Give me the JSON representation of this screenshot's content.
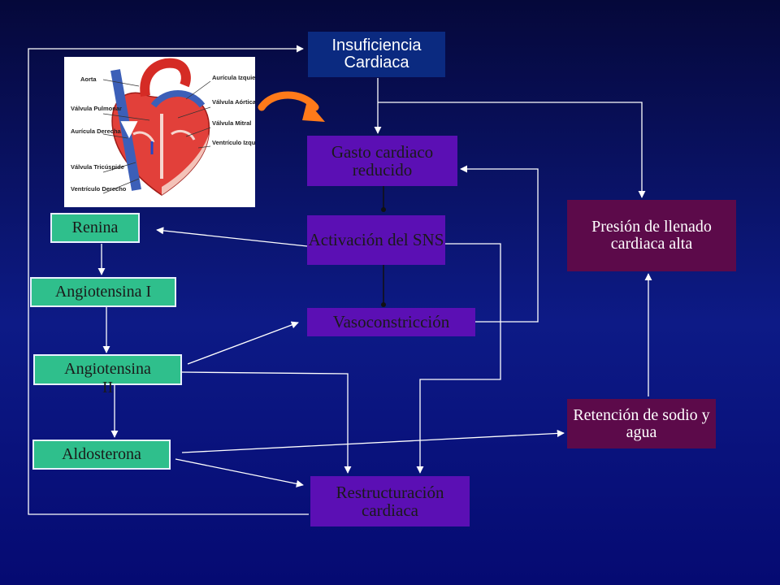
{
  "nodes": {
    "insuficiencia": "Insuficiencia Cardiaca",
    "gasto": "Gasto cardiaco reducido",
    "activacion": "Activación del  SNS",
    "vasoconstriccion": "Vasoconstricción",
    "presion": "Presión de llenado cardiaca alta",
    "renina": "Renina",
    "angiotensina1": "Angiotensina I",
    "angiotensina2": "Angiotensina II",
    "aldosterona": "Aldosterona",
    "retencion": "Retención de sodio y agua",
    "restructuracion": "Restructuración cardiaca"
  },
  "heart_labels": {
    "aorta": "Aorta",
    "valvula_pulmonar": "Válvula Pulmonar",
    "auricula_derecha": "Aurícula Derecha",
    "valvula_tricuspide": "Válvula Tricúspide",
    "ventriculo_derecho": "Ventrículo Derecho",
    "auricula_izquierda": "Aurícula Izquierda",
    "valvula_aortica": "Válvula Aórtica",
    "valvula_mitral": "Válvula Mitral",
    "ventriculo_izquierdo": "Ventrículo Izquierdo"
  },
  "colors": {
    "purple_node": "#5b0fb4",
    "navy_node": "#0b2a80",
    "green_node": "#2fbf8c",
    "maroon_node": "#5c0a4a",
    "connector": "#ffffff",
    "curved_arrow": "#ff7a1a"
  }
}
